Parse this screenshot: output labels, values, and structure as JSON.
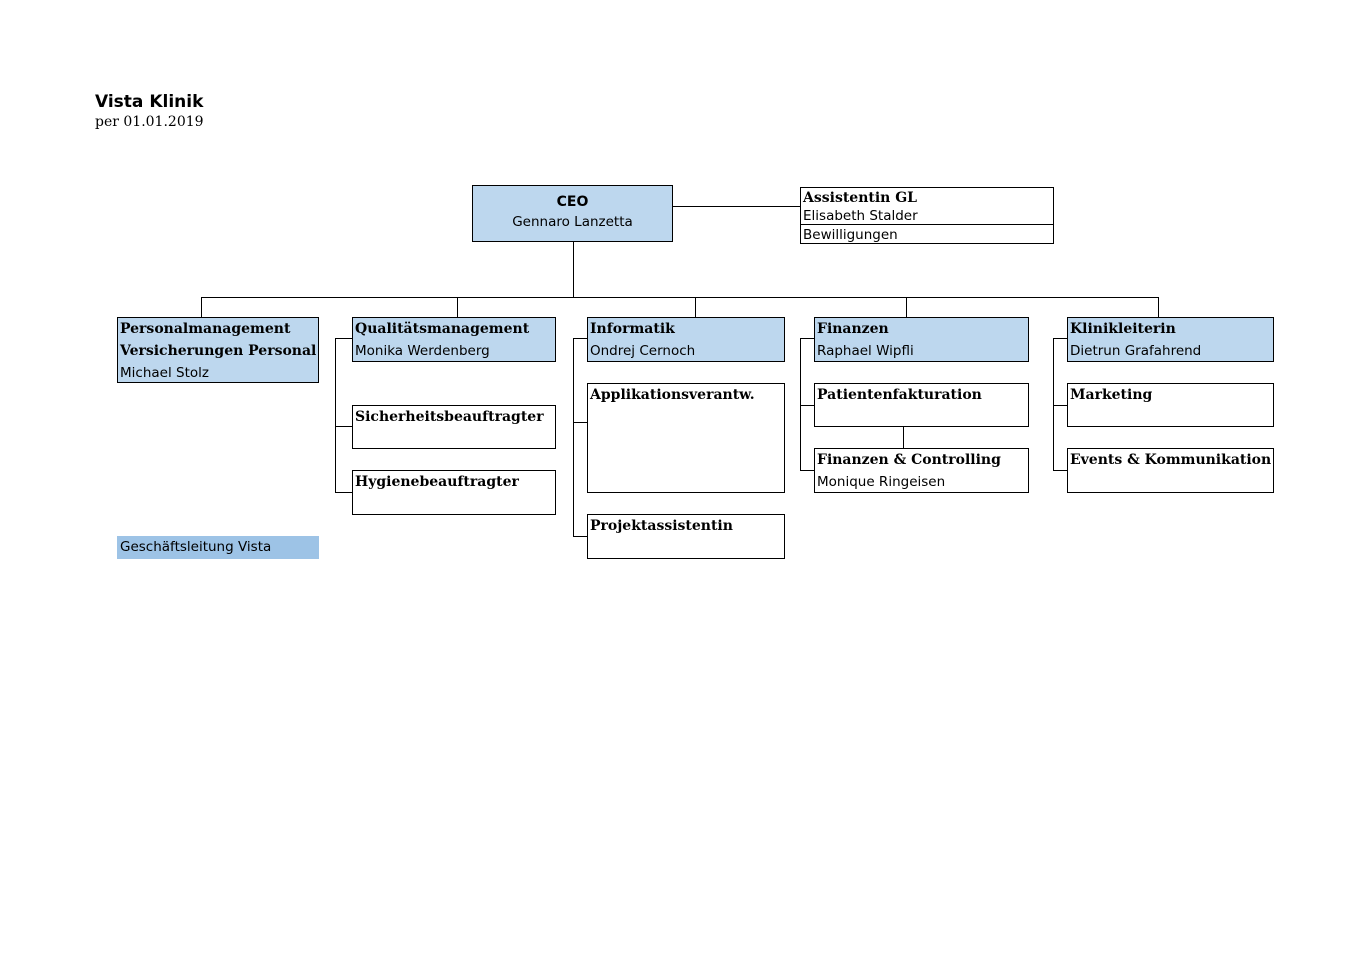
{
  "header": {
    "title": "Vista Klinik",
    "date": "per 01.01.2019"
  },
  "ceo": {
    "title": "CEO",
    "name": "Gennaro Lanzetta"
  },
  "assistant": {
    "title": "Assistentin GL",
    "name": "Elisabeth Stalder",
    "extra": "Bewilligungen"
  },
  "departments": {
    "personal": {
      "line1": "Personalmanagement",
      "line2": "Versicherungen Personal",
      "name": "Michael Stolz"
    },
    "quality": {
      "title": "Qualitätsmanagement",
      "name": "Monika Werdenberg",
      "subs": [
        "Sicherheitsbeauftragter",
        "Hygienebeauftragter"
      ]
    },
    "it": {
      "title": "Informatik",
      "name": "Ondrej Cernoch",
      "subs": [
        "Applikationsverantw.",
        "Projektassistentin"
      ]
    },
    "finance": {
      "title": "Finanzen",
      "name": "Raphael Wipfli",
      "sub1": "Patientenfakturation",
      "sub2": {
        "title": "Finanzen & Controlling",
        "name": "Monique Ringeisen"
      }
    },
    "clinic": {
      "title": "Klinikleiterin",
      "name": "Dietrun Grafahrend",
      "subs": [
        "Marketing",
        "Events & Kommunikation"
      ]
    }
  },
  "legend": {
    "label": "Geschäftsleitung Vista"
  },
  "colors": {
    "management": "#bdd7ee",
    "legend": "#9dc3e6"
  }
}
